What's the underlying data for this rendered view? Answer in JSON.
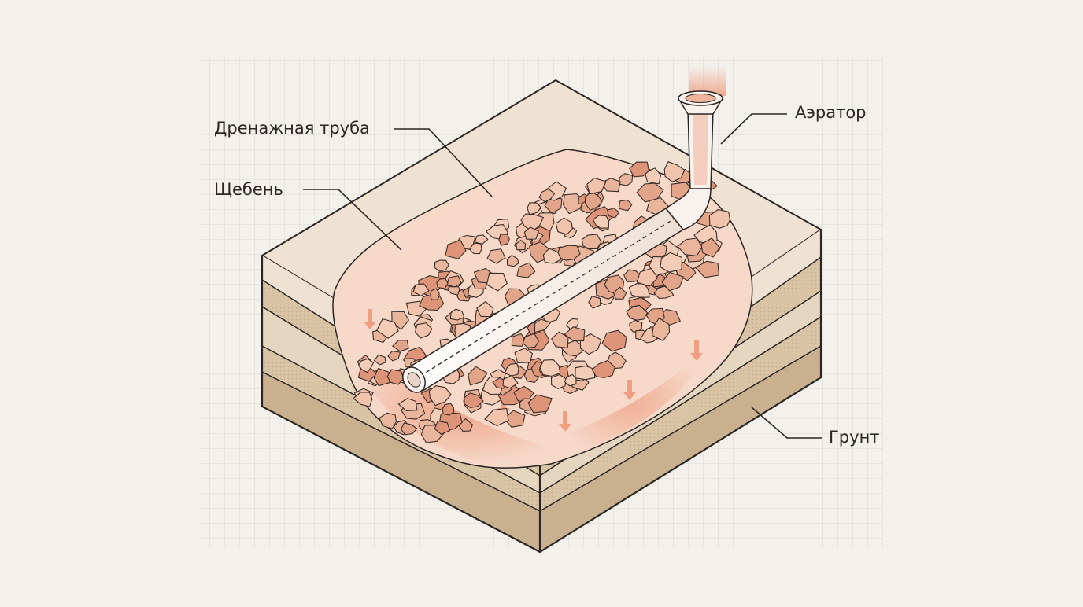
{
  "labels": {
    "drain_pipe": "Дренажная труба",
    "gravel": "Щебень",
    "aerator": "Аэратор",
    "soil": "Грунт"
  },
  "colors": {
    "background": "#f4f1ec",
    "grid": "#dcd8d2",
    "outline": "#2b2623",
    "surface": "#efe2d2",
    "layer_light": "#e6d6bf",
    "layer_mid": "#d9c4a6",
    "layer_dark": "#c9b08f",
    "gravel_fill": "#e3a58a",
    "gravel_light": "#f3cdb8",
    "water_accent": "#ec8a6a",
    "pipe": "#f7f2ed"
  },
  "icons": {
    "flow_arrow": "down-arrow"
  }
}
